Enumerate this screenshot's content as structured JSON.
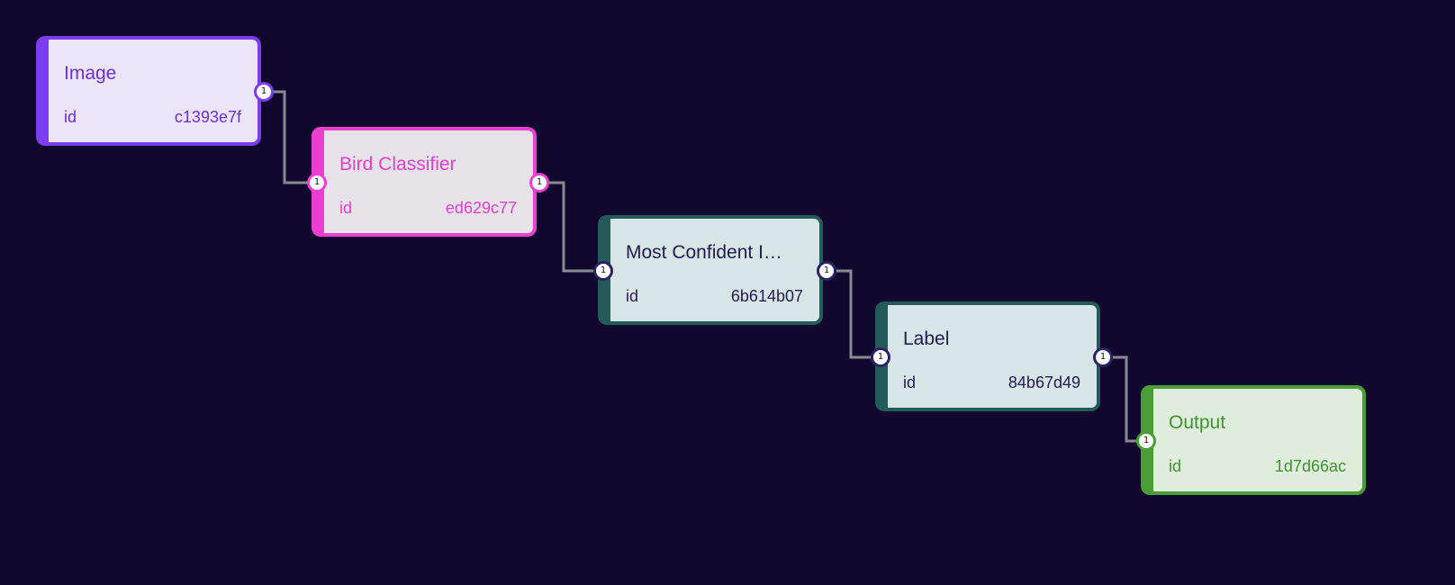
{
  "nodes": [
    {
      "title": "Image",
      "id_key": "id",
      "id_value": "c1393e7f"
    },
    {
      "title": "Bird Classifier",
      "id_key": "id",
      "id_value": "ed629c77"
    },
    {
      "title": "Most Confident I…",
      "id_key": "id",
      "id_value": "6b614b07"
    },
    {
      "title": "Label",
      "id_key": "id",
      "id_value": "84b67d49"
    },
    {
      "title": "Output",
      "id_key": "id",
      "id_value": "1d7d66ac"
    }
  ],
  "port_label": "1",
  "colors": {
    "background": "#10082d",
    "wire": "#8a8a92",
    "image": "#7b3cf2",
    "classifier": "#ea3fd2",
    "processor": "#245a5a",
    "output": "#4a9e36"
  }
}
